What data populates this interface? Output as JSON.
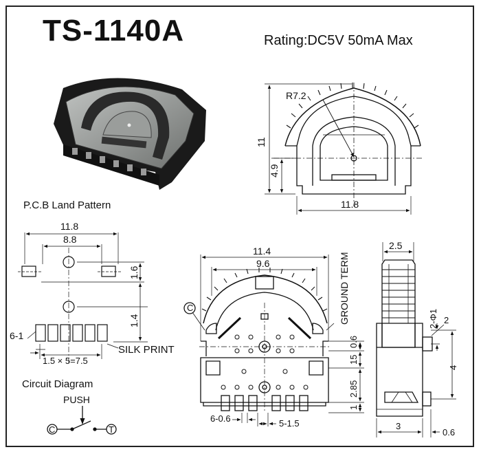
{
  "title": "TS-1140A",
  "rating": "Rating:DC5V 50mA Max",
  "labels": {
    "pcb_land_pattern": "P.C.B Land Pattern",
    "circuit_diagram": "Circuit Diagram",
    "push": "PUSH",
    "silk_print": "SILK PRINT",
    "ground_term": "GROUND TERM",
    "terminal_c": "C",
    "terminal_t": "T"
  },
  "dimensions": {
    "top_view": {
      "radius": "R7.2",
      "height": "11",
      "center_height": "4.9",
      "width": "11.8"
    },
    "pcb": {
      "width": "11.8",
      "pad_span": "8.8",
      "pad_offset": "1.6",
      "hole_pitch": "1.4",
      "pin_count": "6-1",
      "pin_pitch": "1.5 × 5=7.5"
    },
    "front_view": {
      "width": "11.4",
      "inner_width": "9.6",
      "d_0_6": "0.6",
      "d_15": "15",
      "d_2_85": "2.85",
      "d_1": "1",
      "pin_width": "6-0.6",
      "pin_pitch": "5-1.5"
    },
    "side_view": {
      "width": "2.5",
      "hole": "2-Φ1",
      "d_2": "2",
      "d_4": "4",
      "depth": "3",
      "d_0_6": "0.6"
    }
  }
}
